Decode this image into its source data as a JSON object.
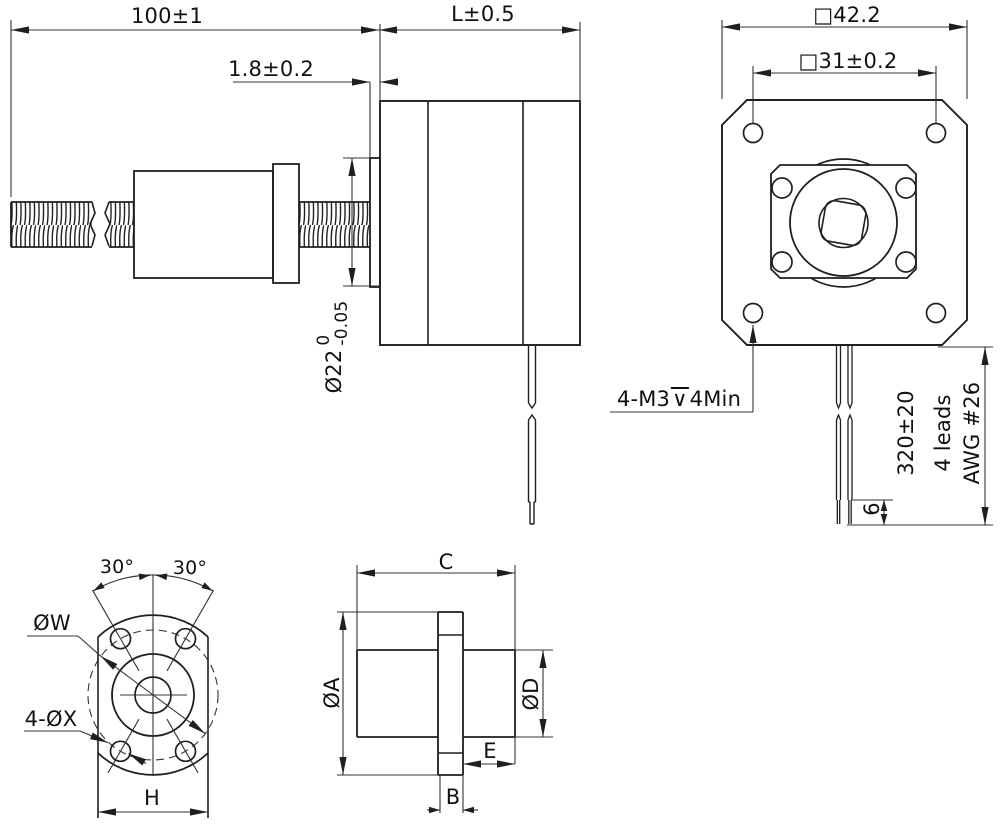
{
  "colors": {
    "ink": "#1a1a1a",
    "background": "#ffffff"
  },
  "side_view": {
    "overall_length": "100±1",
    "motor_length": "L±0.5",
    "boss_protrusion": "1.8±0.2",
    "boss_diameter": "Ø22",
    "boss_tol_upper": "0",
    "boss_tol_lower": "-0.05"
  },
  "front_view": {
    "face_size": "□42.2",
    "mounting_hole_pitch": "□31±0.2",
    "tap_callout_prefix": "4-M3",
    "tap_depth_symbol": "∨",
    "tap_callout_suffix": "4Min",
    "lead_length": "320±20",
    "lead_count": "4 leads",
    "wire_gauge": "AWG #26",
    "strip_length": "6"
  },
  "nut_front_view": {
    "hole_angle_left": "30°",
    "hole_angle_right": "30°",
    "bolt_circle_diameter": "ØW",
    "hole_callout": "4-ØX",
    "width_across_flats": "H"
  },
  "nut_side_view": {
    "overall_length": "C",
    "flange_diameter": "ØA",
    "cylinder_diameter": "ØD",
    "cylinder_length": "E",
    "flange_thickness": "B"
  }
}
